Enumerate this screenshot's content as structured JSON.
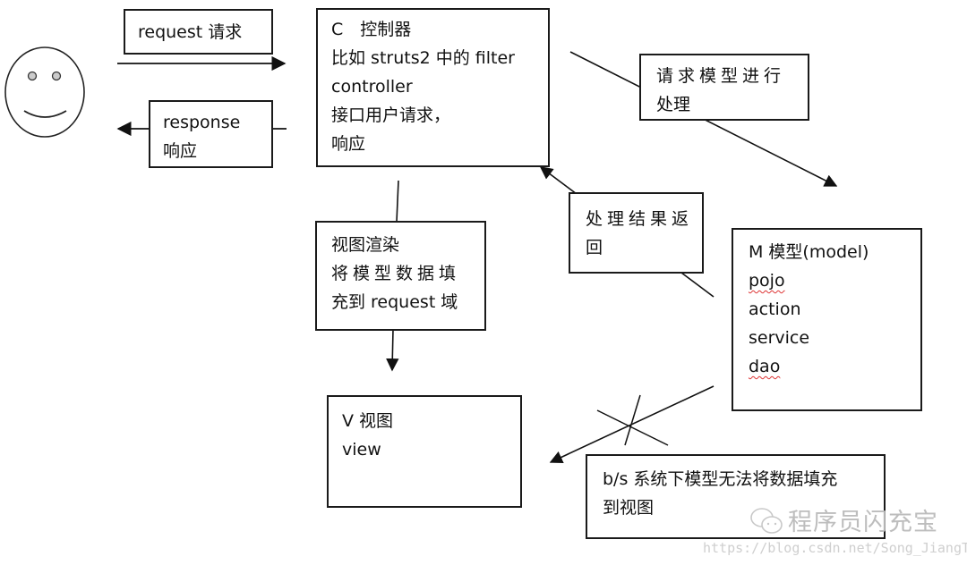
{
  "diagram": {
    "type": "mvc-flow",
    "user": {
      "icon": "smiley-face-icon"
    },
    "boxes": {
      "request": {
        "lines": [
          "request 请求"
        ]
      },
      "response": {
        "lines": [
          "response",
          "响应"
        ]
      },
      "controller": {
        "lines": [
          "C　控制器",
          "比如 struts2 中的 filter",
          "controller",
          "接口用户请求，",
          "响应"
        ]
      },
      "process_request": {
        "lines": [
          "请求模型进行",
          "处理"
        ]
      },
      "process_result": {
        "lines": [
          "处理结果返",
          "回"
        ]
      },
      "view_render": {
        "lines": [
          "视图渲染",
          "将模型数据填",
          "充到 request 域"
        ]
      },
      "model": {
        "lines": [
          "M  模型(model)",
          "pojo",
          "action",
          "service",
          "dao"
        ]
      },
      "view": {
        "lines": [
          "V  视图",
          "view"
        ]
      },
      "bs_note": {
        "lines": [
          "b/s 系统下模型无法将数据填充",
          "到视图"
        ]
      }
    },
    "edges": [
      {
        "from": "user",
        "to": "controller",
        "label": "request 请求"
      },
      {
        "from": "controller",
        "to": "user",
        "label": "response 响应"
      },
      {
        "from": "controller",
        "to": "model",
        "label": "请求模型进行处理"
      },
      {
        "from": "model",
        "to": "controller",
        "label": "处理结果返回"
      },
      {
        "from": "controller",
        "to": "view",
        "label": "视图渲染 将模型数据填充到 request 域"
      },
      {
        "from": "model",
        "to": "view",
        "label": "b/s 系统下模型无法将数据填充到视图",
        "crossed_out": true
      }
    ]
  },
  "watermark": {
    "brand": "程序员闪充宝",
    "url": "https://blog.csdn.net/Song_JiangTao",
    "icon": "wechat-icon"
  },
  "colors": {
    "stroke": "#1a1a1a",
    "spellcheck": "#dd3333",
    "watermark": "#c4c4c4"
  }
}
